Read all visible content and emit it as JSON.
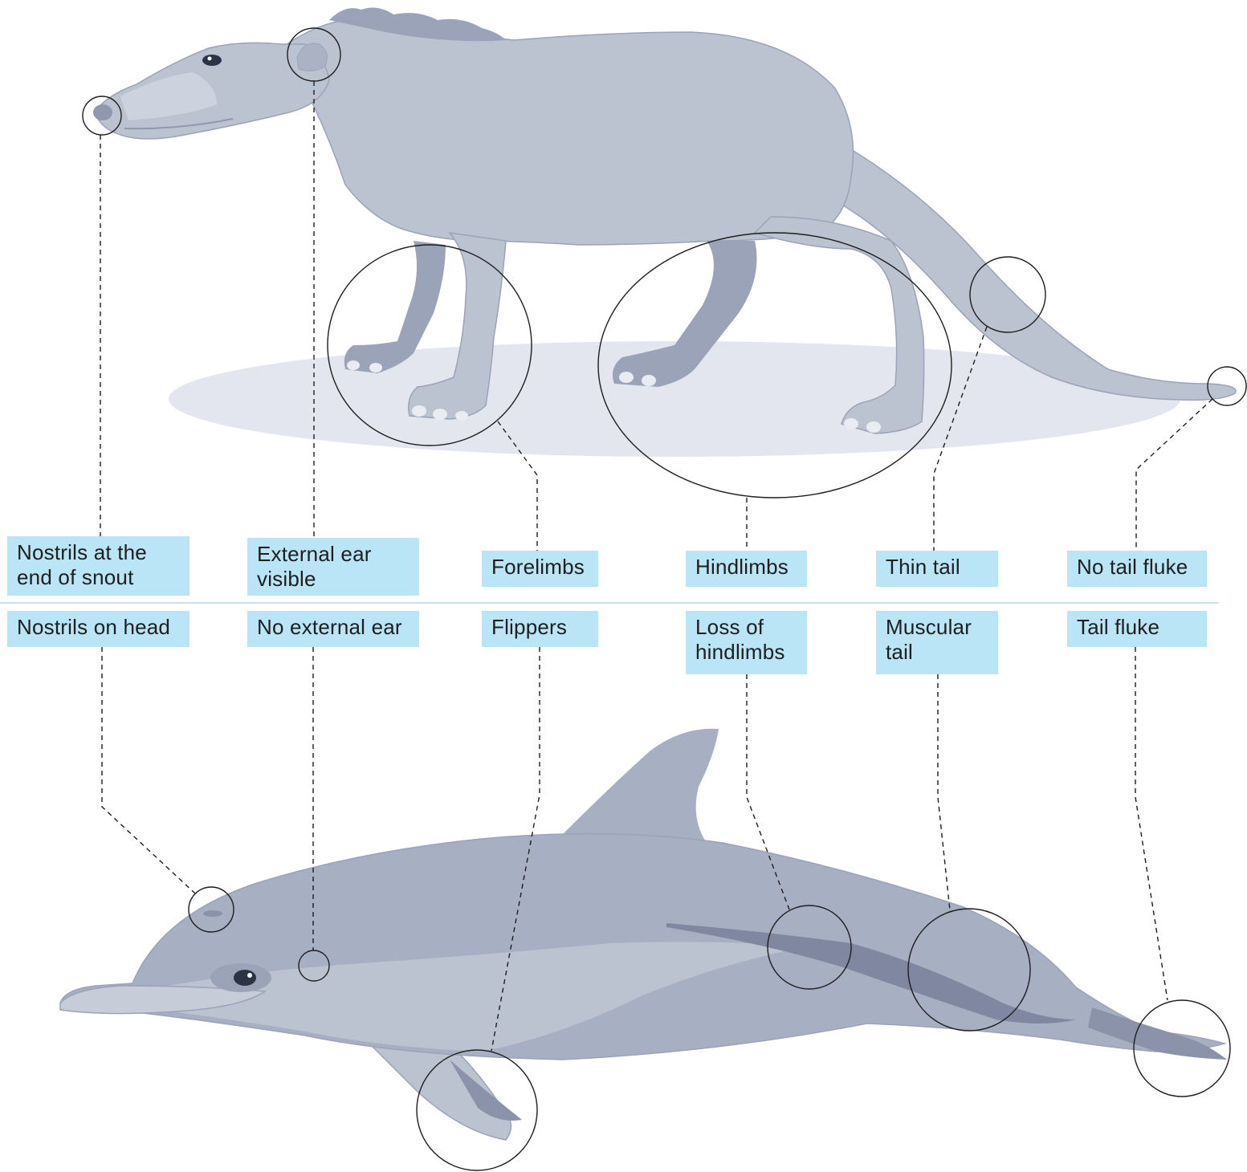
{
  "ancestor_traits": [
    {
      "id": "nostrils",
      "text": "Nostrils at the\nend of snout"
    },
    {
      "id": "ear",
      "text": "External ear\nvisible"
    },
    {
      "id": "forelimbs",
      "text": "Forelimbs"
    },
    {
      "id": "hindlimbs",
      "text": "Hindlimbs"
    },
    {
      "id": "tail",
      "text": "Thin tail"
    },
    {
      "id": "fluke",
      "text": "No tail fluke"
    }
  ],
  "dolphin_traits": [
    {
      "id": "nostrils",
      "text": "Nostrils on head"
    },
    {
      "id": "ear",
      "text": "No external ear"
    },
    {
      "id": "forelimbs",
      "text": "Flippers"
    },
    {
      "id": "hindlimbs",
      "text": "Loss of\nhindlimbs"
    },
    {
      "id": "tail",
      "text": "Muscular\ntail"
    },
    {
      "id": "fluke",
      "text": "Tail fluke"
    }
  ],
  "colors": {
    "label_bg": "#b9e5f6",
    "animal_body": "#bcc3d0",
    "animal_shade": "#9aa3b8",
    "dolphin_dark": "#8a93aa",
    "shadow": "#e3e6ee",
    "callout_line": "#1e1e1e"
  }
}
